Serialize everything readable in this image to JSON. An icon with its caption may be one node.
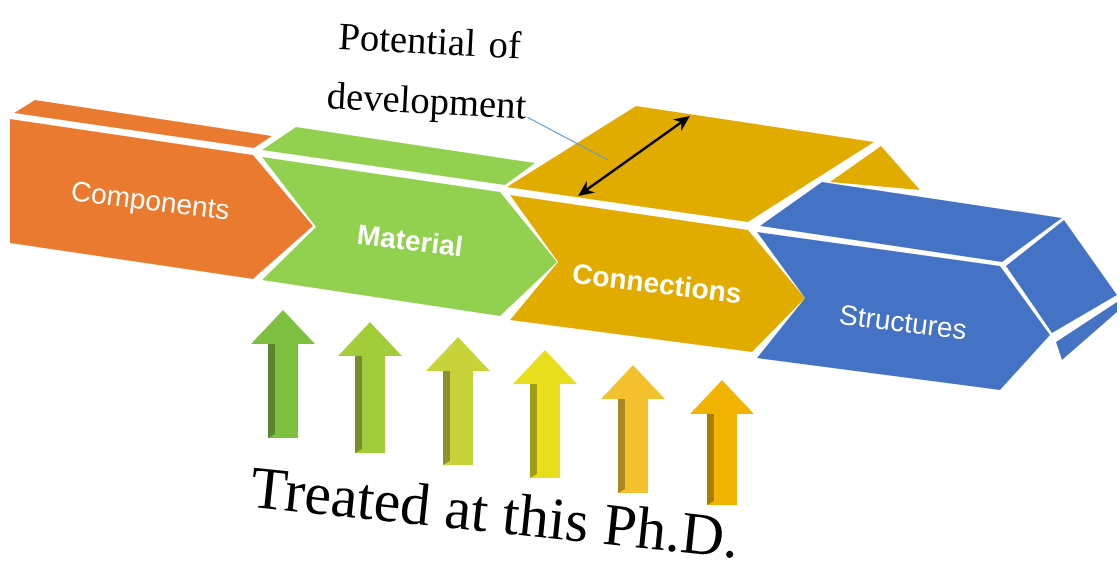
{
  "diagram": {
    "nodes": [
      {
        "text": [
          "Components"
        ]
      },
      {
        "text": [
          "Material"
        ]
      },
      {
        "text": [
          "Connections"
        ]
      },
      {
        "text": [
          "Structures"
        ]
      },
      {
        "text": [
          "Potential of development"
        ]
      }
    ],
    "edges": [
      {
        "from": 4,
        "to": 2,
        "arrow": "none",
        "color": "#5b9bd5"
      }
    ],
    "labels": [
      "Treated at this Ph.D."
    ]
  }
}
